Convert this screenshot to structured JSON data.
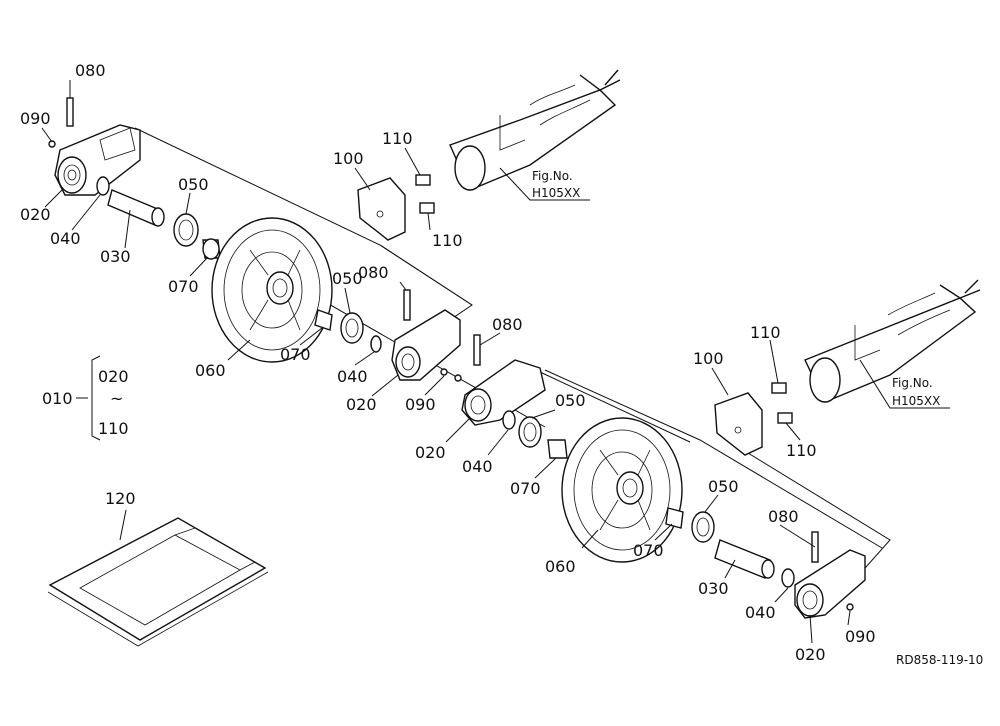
{
  "parts": {
    "p080a": "080",
    "p090a": "090",
    "p020a": "020",
    "p040a": "040",
    "p030a": "030",
    "p050a": "050",
    "p070a": "070",
    "p060a": "060",
    "p070b": "070",
    "p100a": "100",
    "p110a": "110",
    "p110b": "110",
    "p080b": "080",
    "p050b": "050",
    "p040b": "040",
    "p020b": "020",
    "p090b": "090",
    "p080c": "080",
    "p020c": "020",
    "p040c": "040",
    "p050c": "050",
    "p070c": "070",
    "p060b": "060",
    "p070d": "070",
    "p050d": "050",
    "p080d": "080",
    "p030b": "030",
    "p040d": "040",
    "p020d": "020",
    "p090c": "090",
    "p100b": "100",
    "p110c": "110",
    "p110d": "110",
    "p120": "120"
  },
  "ref_group": {
    "main": "010",
    "from": "020",
    "tilde": "~",
    "to": "110"
  },
  "fig_refs": [
    {
      "line1": "Fig.No.",
      "line2": "H105XX"
    },
    {
      "line1": "Fig.No.",
      "line2": "H105XX"
    }
  ],
  "drawing_code": "RD858-119-10"
}
